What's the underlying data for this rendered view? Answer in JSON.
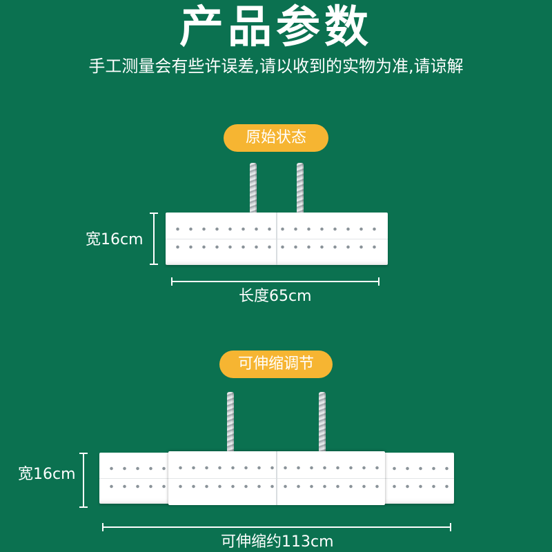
{
  "header": {
    "title": "产品参数",
    "subtitle": "手工测量会有些许误差,请以收到的实物为准,请谅解"
  },
  "original_state": {
    "badge": "原始状态",
    "width_label": "宽16cm",
    "length_label": "长度65cm"
  },
  "extended_state": {
    "badge": "可伸缩调节",
    "width_label": "宽16cm",
    "length_label": "可伸缩约113cm"
  }
}
